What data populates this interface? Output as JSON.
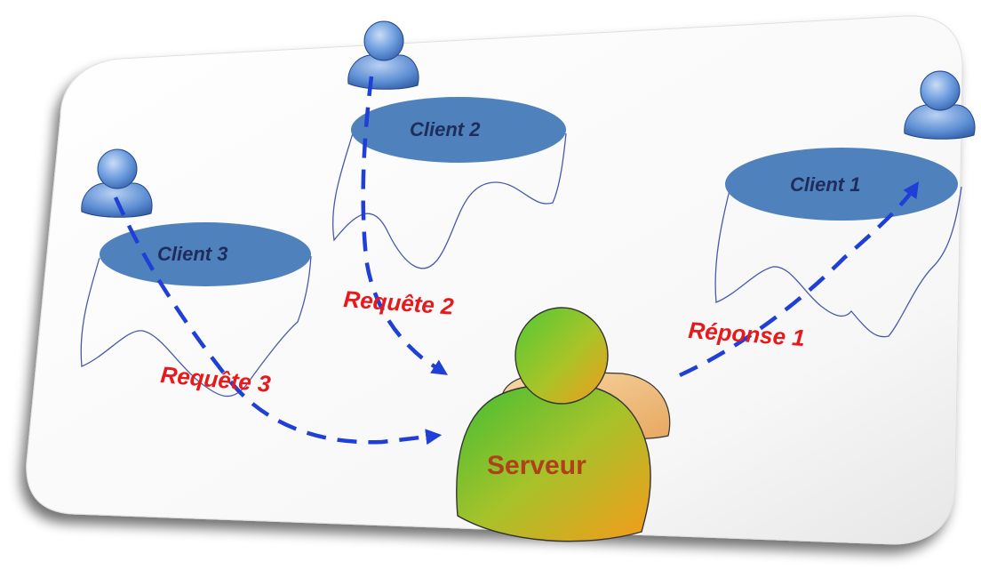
{
  "clients": [
    {
      "id": "client-1",
      "label": "Client 1"
    },
    {
      "id": "client-2",
      "label": "Client 2"
    },
    {
      "id": "client-3",
      "label": "Client 3"
    }
  ],
  "server": {
    "label": "Serveur"
  },
  "messages": {
    "requete_2": "Requête 2",
    "requete_3": "Requête 3",
    "reponse_1": "Réponse 1"
  },
  "colors": {
    "client_ellipse": "#4f81bd",
    "client_text": "#1f2d5c",
    "arrow": "#1f3fd6",
    "message_text": "#e8191b",
    "server_text": "#b0401a",
    "user_icon": "#5a8ed6"
  }
}
